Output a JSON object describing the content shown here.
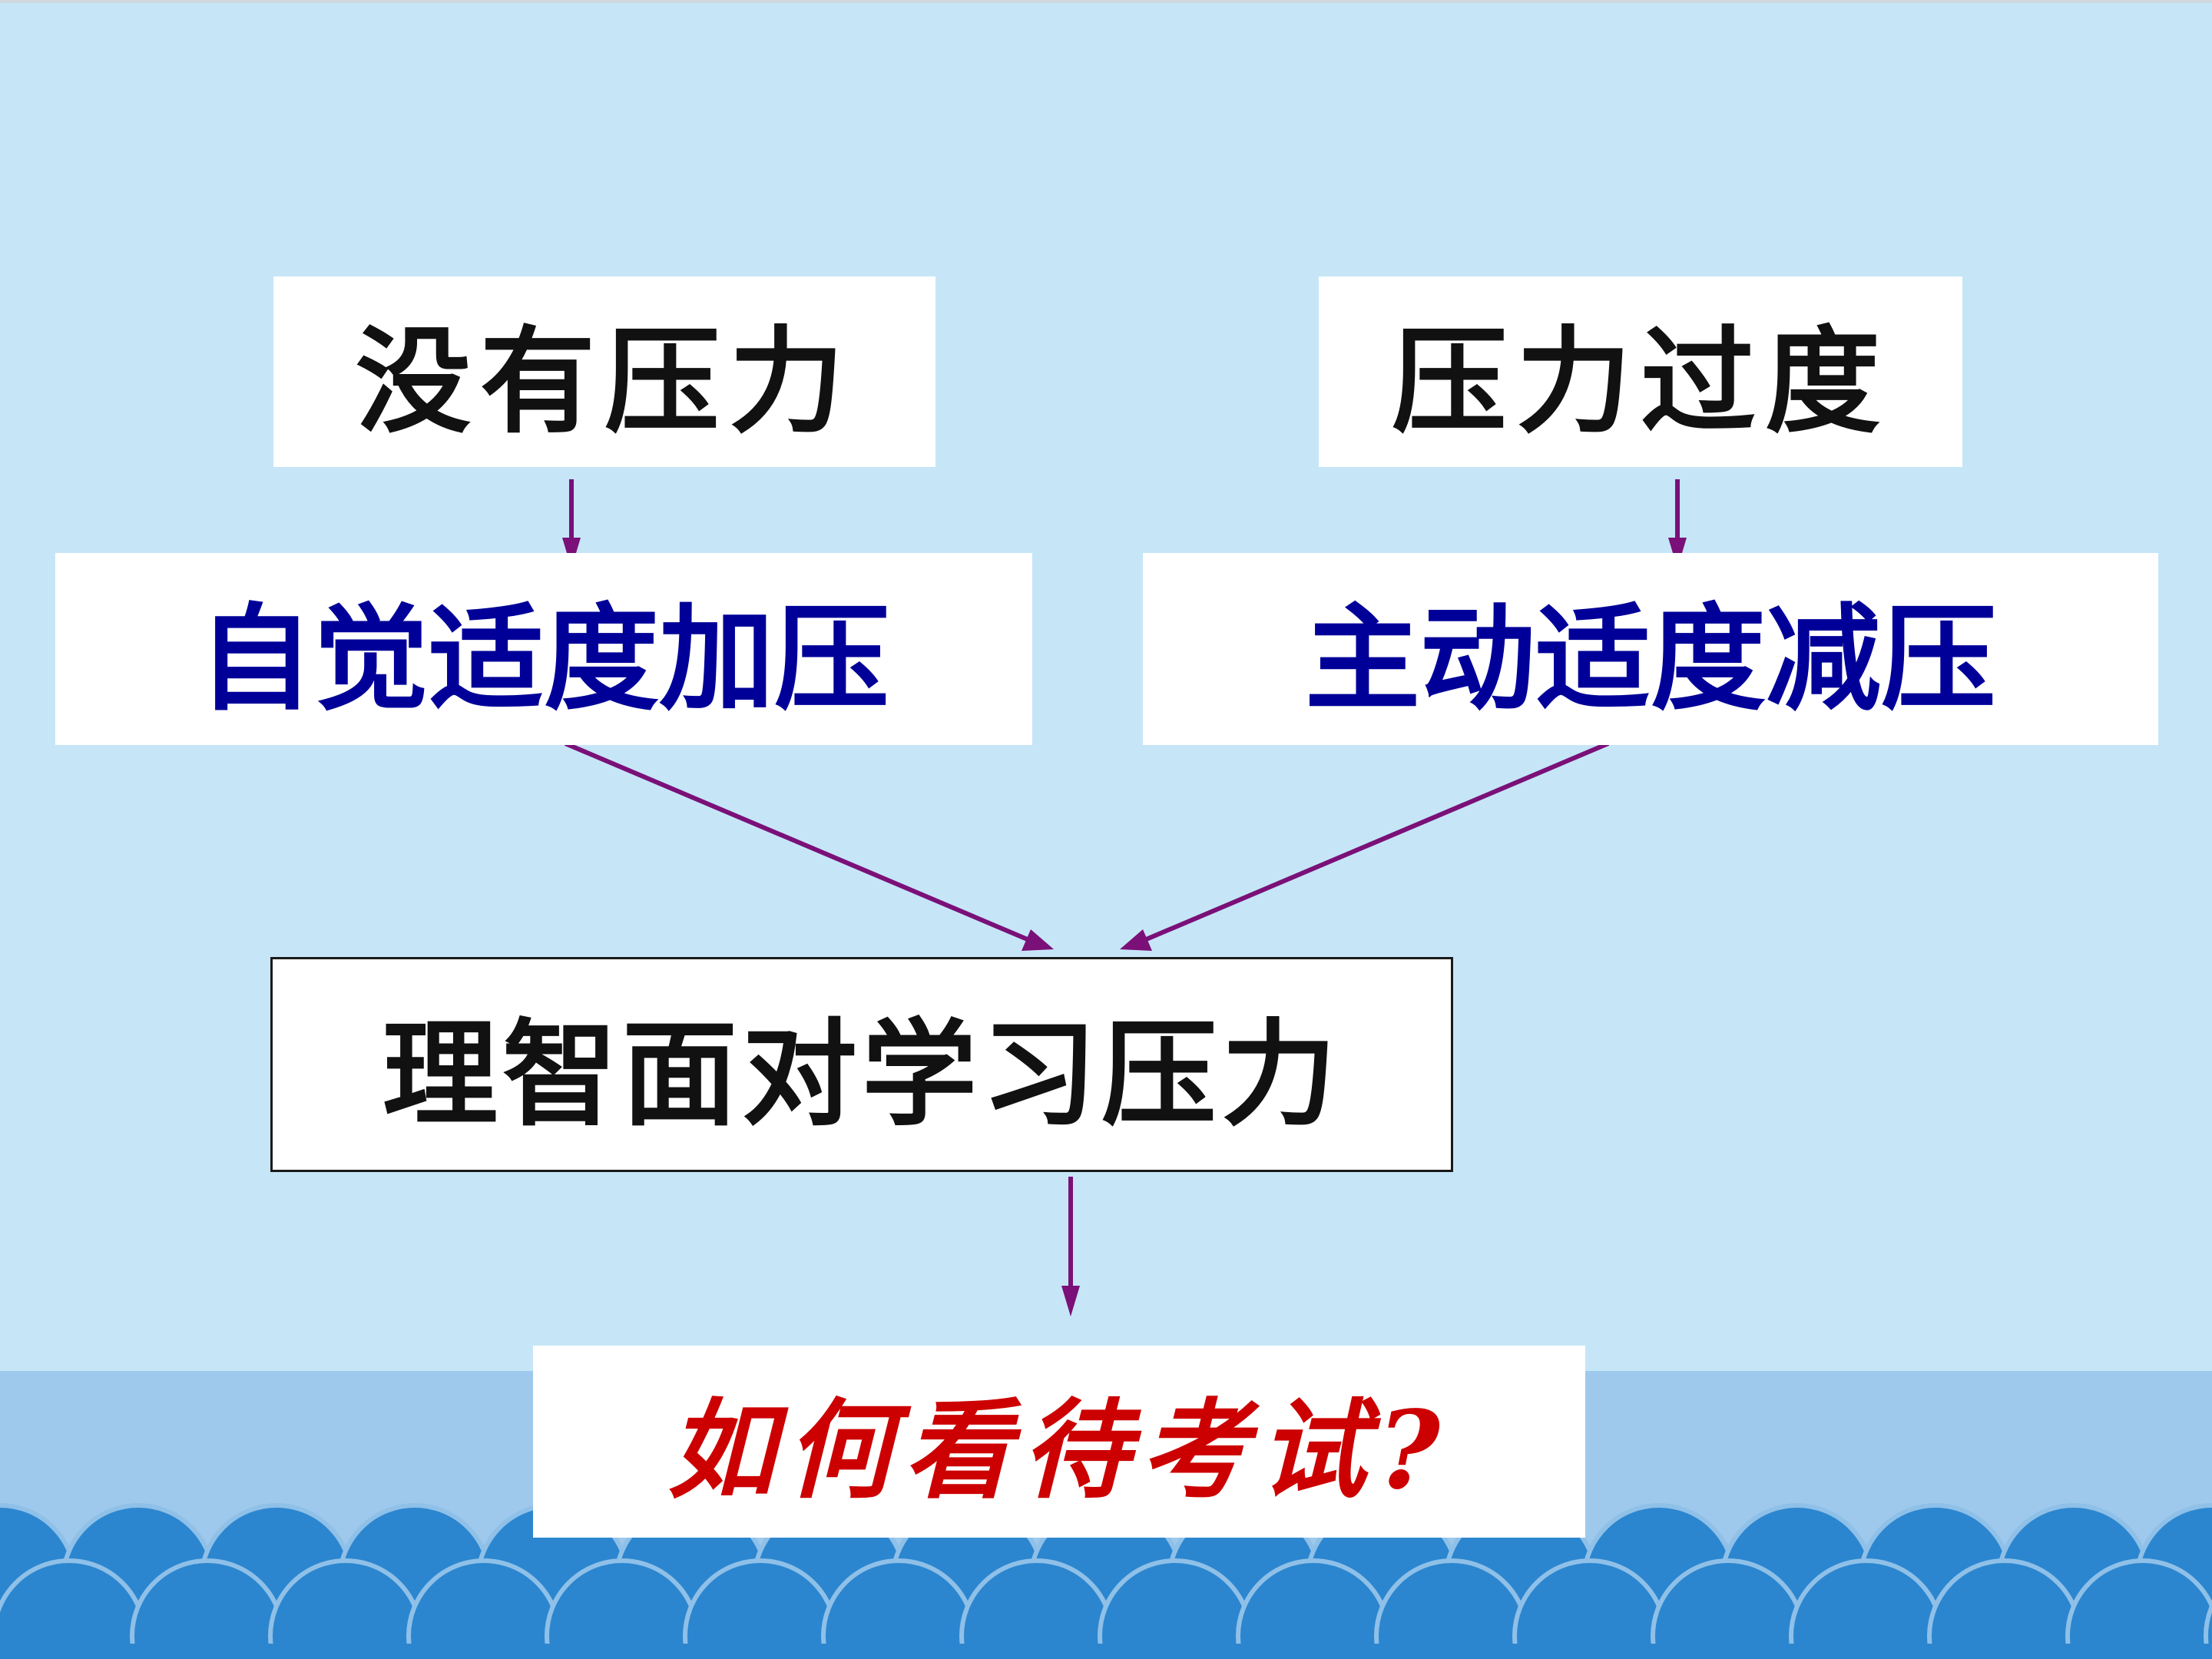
{
  "diagram": {
    "box_no_pressure": "没有压力",
    "box_over_pressure": "压力过度",
    "box_add_pressure": "自觉适度加压",
    "box_reduce_pressure": "主动适度减压",
    "box_rational": "理智面对学习压力",
    "box_exam": "如何看待考试?"
  },
  "colors": {
    "background": "#c6e6f8",
    "wave_band": "#9ec9ec",
    "wave_dark": "#2b86cf",
    "arrow": "#7a1078",
    "text_black": "#111111",
    "text_blue": "#000099",
    "text_red": "#cc0000"
  }
}
